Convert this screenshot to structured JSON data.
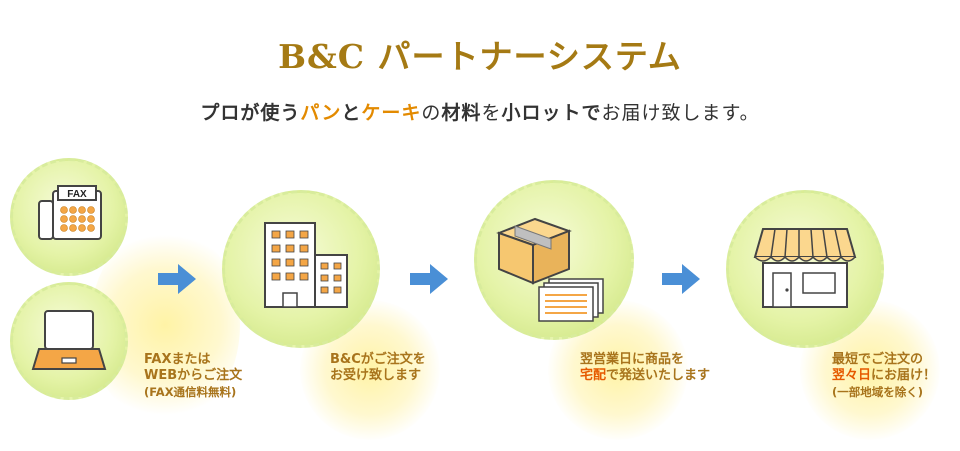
{
  "title": "B&C パートナーシステム",
  "subtitle": {
    "p1": "プロが使う",
    "p2": "パン",
    "p3": "と",
    "p4": "ケーキ",
    "p5": "の",
    "p6": "材料",
    "p7": "を",
    "p8": "小ロット",
    "p9": "で",
    "p10": "お届け致します。"
  },
  "fax_text": "FAX",
  "steps": [
    {
      "line1": "FAXまたは",
      "line2": "WEBからご注文",
      "line3": "(FAX通信料無料)"
    },
    {
      "line1": "B&Cがご注文を",
      "line2": "お受け致します"
    },
    {
      "line1": "翌営業日に商品を",
      "line2a": "宅配",
      "line2b": "で発送いたします"
    },
    {
      "line1": "最短でご注文の",
      "line2a": "翌々日",
      "line2b": "にお届け！",
      "line3": "(一部地域を除く)"
    }
  ],
  "colors": {
    "gold": "#a57a14",
    "arrow": "#4a8fd6",
    "accent": "#e65a00",
    "circle": "#e4f3a6"
  }
}
